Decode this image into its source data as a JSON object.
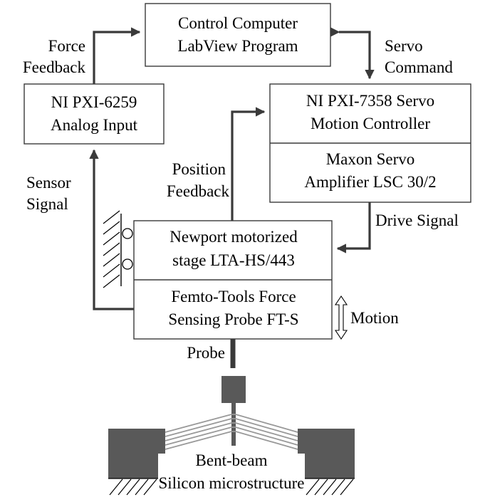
{
  "blocks": {
    "control_computer": {
      "line1": "Control Computer",
      "line2": "LabView Program"
    },
    "analog_input": {
      "line1": "NI PXI-6259",
      "line2": "Analog Input"
    },
    "motion_controller": {
      "line1": "NI PXI-7358 Servo",
      "line2": "Motion Controller"
    },
    "servo_amplifier": {
      "line1": "Maxon Servo",
      "line2": "Amplifier LSC 30/2"
    },
    "motorized_stage": {
      "line1": "Newport motorized",
      "line2": "stage LTA-HS/443"
    },
    "force_probe": {
      "line1": "Femto-Tools Force",
      "line2": "Sensing Probe FT-S"
    }
  },
  "signals": {
    "force_feedback": {
      "line1": "Force",
      "line2": "Feedback"
    },
    "servo_command": {
      "line1": "Servo",
      "line2": "Command"
    },
    "sensor_signal": {
      "line1": "Sensor",
      "line2": "Signal"
    },
    "position_feedback": {
      "line1": "Position",
      "line2": "Feedback"
    },
    "drive_signal": "Drive Signal",
    "motion": "Motion",
    "probe": "Probe"
  },
  "microstructure": {
    "line1": "Bent-beam",
    "line2": "Silicon microstructure"
  },
  "colors": {
    "line": "#3a3a3a",
    "anchor": "#595959",
    "beam": "#999999"
  }
}
